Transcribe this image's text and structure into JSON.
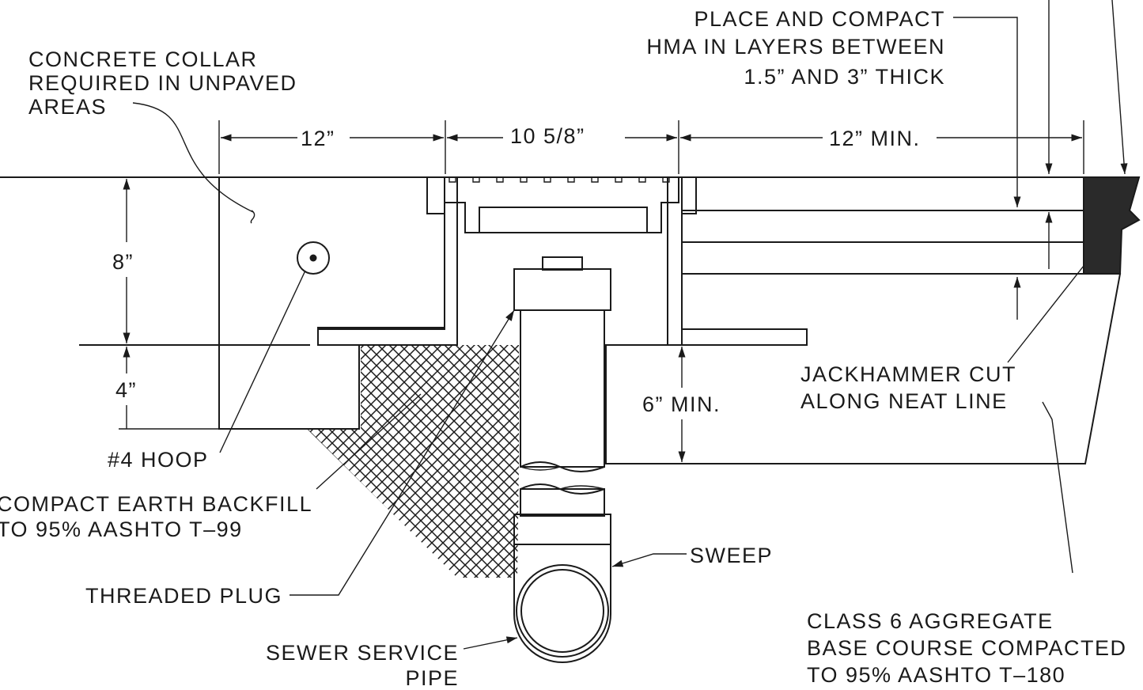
{
  "labels": {
    "hma_line1": "PLACE AND COMPACT",
    "hma_line2": "HMA IN LAYERS BETWEEN",
    "hma_line3": "1.5” AND 3” THICK",
    "collar_line1": "CONCRETE COLLAR",
    "collar_line2": "REQUIRED IN UNPAVED",
    "collar_line3": "AREAS",
    "dim_12": "12”",
    "dim_10_5_8": "10 5/8”",
    "dim_12_min": "12” MIN.",
    "dim_8": "8”",
    "dim_4": "4”",
    "dim_6_min": "6” MIN.",
    "jackhammer_line1": "JACKHAMMER CUT",
    "jackhammer_line2": "ALONG NEAT LINE",
    "hoop": "#4 HOOP",
    "backfill_line1": "COMPACT EARTH BACKFILL",
    "backfill_line2": "TO 95% AASHTO T–99",
    "sweep": "SWEEP",
    "plug": "THREADED PLUG",
    "sewer_line1": "SEWER SERVICE",
    "sewer_line2": "PIPE",
    "class6_line1": "CLASS 6 AGGREGATE",
    "class6_line2": "BASE COURSE COMPACTED",
    "class6_line3": "TO 95% AASHTO T–180"
  }
}
